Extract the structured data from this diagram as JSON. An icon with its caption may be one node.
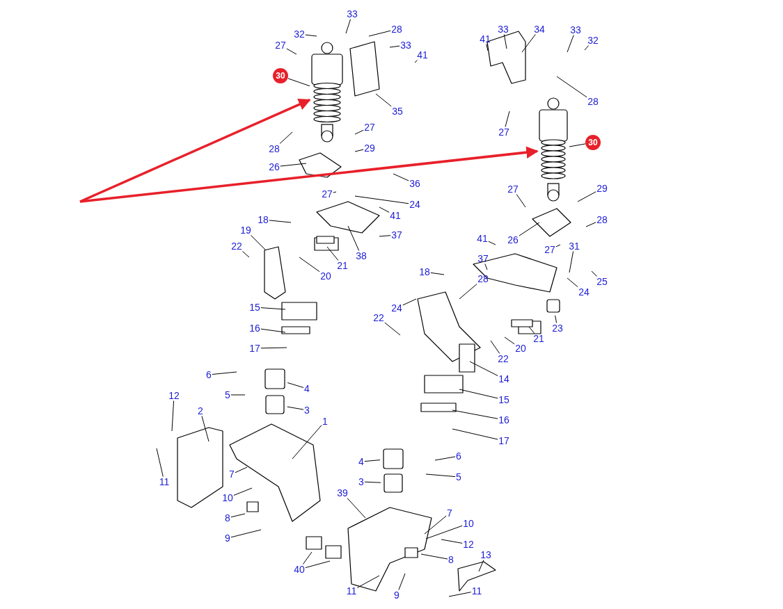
{
  "diagram": {
    "nodes": [
      {
        "text": [
          "33"
        ]
      },
      {
        "text": [
          "32"
        ]
      },
      {
        "text": [
          "28"
        ]
      },
      {
        "text": [
          "27"
        ]
      },
      {
        "text": [
          "33"
        ]
      },
      {
        "text": [
          "41"
        ]
      },
      {
        "text": [
          "30"
        ]
      },
      {
        "text": [],
        "shape": "picture"
      },
      {
        "text": [
          "35"
        ]
      },
      {
        "text": [
          "27"
        ]
      },
      {
        "text": [
          "28"
        ]
      },
      {
        "text": [
          "29"
        ]
      },
      {
        "text": [
          "26"
        ]
      },
      {
        "text": [
          "36"
        ]
      },
      {
        "text": [
          "27"
        ]
      },
      {
        "text": [
          "24"
        ]
      },
      {
        "text": [
          "41"
        ]
      },
      {
        "text": [
          "18"
        ]
      },
      {
        "text": [
          "37"
        ]
      },
      {
        "text": [
          "19"
        ]
      },
      {
        "text": [
          "22"
        ]
      },
      {
        "text": [
          "38"
        ]
      },
      {
        "text": [
          "21"
        ]
      },
      {
        "text": [
          "20"
        ]
      },
      {
        "text": [
          "15"
        ]
      },
      {
        "text": [
          "16"
        ]
      },
      {
        "text": [
          "17"
        ]
      },
      {
        "text": [
          "41"
        ]
      },
      {
        "text": [
          "33"
        ]
      },
      {
        "text": [
          "34"
        ]
      },
      {
        "text": [
          "33"
        ]
      },
      {
        "text": [
          "32"
        ]
      },
      {
        "text": [
          "28"
        ]
      },
      {
        "text": [
          "27"
        ]
      },
      {
        "text": [
          "30"
        ]
      },
      {
        "text": [],
        "shape": "picture"
      },
      {
        "text": [
          "27"
        ]
      },
      {
        "text": [
          "29"
        ]
      },
      {
        "text": [
          "28"
        ]
      },
      {
        "text": [
          "26"
        ]
      },
      {
        "text": [
          "27"
        ]
      },
      {
        "text": [
          "31"
        ]
      },
      {
        "text": [
          "41"
        ]
      },
      {
        "text": [
          "37"
        ]
      },
      {
        "text": [
          "28"
        ]
      },
      {
        "text": [
          "18"
        ]
      },
      {
        "text": [
          "25"
        ]
      },
      {
        "text": [
          "24"
        ]
      },
      {
        "text": [
          "24"
        ]
      },
      {
        "text": [
          "22"
        ]
      },
      {
        "text": [
          "23"
        ]
      },
      {
        "text": [
          "21"
        ]
      },
      {
        "text": [
          "20"
        ]
      },
      {
        "text": [
          "22"
        ]
      },
      {
        "text": [
          "14"
        ]
      },
      {
        "text": [
          "15"
        ]
      },
      {
        "text": [
          "16"
        ]
      },
      {
        "text": [
          "17"
        ]
      },
      {
        "text": [
          "6"
        ]
      },
      {
        "text": [
          "4"
        ]
      },
      {
        "text": [
          "5"
        ]
      },
      {
        "text": [
          "3"
        ]
      },
      {
        "text": [
          "12"
        ]
      },
      {
        "text": [
          "2"
        ]
      },
      {
        "text": [
          "1"
        ]
      },
      {
        "text": [
          "11"
        ]
      },
      {
        "text": [
          "7"
        ]
      },
      {
        "text": [
          "10"
        ]
      },
      {
        "text": [
          "8"
        ]
      },
      {
        "text": [
          "9"
        ]
      },
      {
        "text": [
          "4"
        ]
      },
      {
        "text": [
          "6"
        ]
      },
      {
        "text": [
          "3"
        ]
      },
      {
        "text": [
          "5"
        ]
      },
      {
        "text": [
          "39"
        ]
      },
      {
        "text": [
          "7"
        ]
      },
      {
        "text": [
          "10"
        ]
      },
      {
        "text": [
          "12"
        ]
      },
      {
        "text": [
          "8"
        ]
      },
      {
        "text": [
          "13"
        ]
      },
      {
        "text": [
          "40"
        ]
      },
      {
        "text": [
          "11"
        ]
      },
      {
        "text": [
          "9"
        ]
      },
      {
        "text": [
          "11"
        ]
      }
    ],
    "edges": [
      {
        "from": 0,
        "to": null,
        "arrow": "none"
      },
      {
        "from": 1,
        "to": null,
        "arrow": "none"
      },
      {
        "from": 2,
        "to": null,
        "arrow": "none"
      },
      {
        "from": 3,
        "to": null,
        "arrow": "none"
      },
      {
        "from": 4,
        "to": null,
        "arrow": "none"
      },
      {
        "from": 5,
        "to": null,
        "arrow": "none"
      },
      {
        "from": 6,
        "to": 7,
        "arrow": "none"
      },
      {
        "from": 8,
        "to": null,
        "arrow": "none"
      },
      {
        "from": 9,
        "to": null,
        "arrow": "none"
      },
      {
        "from": 10,
        "to": null,
        "arrow": "none"
      },
      {
        "from": 11,
        "to": null,
        "arrow": "none"
      },
      {
        "from": 12,
        "to": null,
        "arrow": "none"
      },
      {
        "from": 13,
        "to": null,
        "arrow": "none"
      },
      {
        "from": 14,
        "to": null,
        "arrow": "none"
      },
      {
        "from": 15,
        "to": null,
        "arrow": "none"
      },
      {
        "from": 16,
        "to": null,
        "arrow": "none"
      },
      {
        "from": 17,
        "to": null,
        "arrow": "none"
      },
      {
        "from": 18,
        "to": null,
        "arrow": "none"
      },
      {
        "from": 19,
        "to": null,
        "arrow": "none"
      },
      {
        "from": 20,
        "to": null,
        "arrow": "none"
      },
      {
        "from": 21,
        "to": null,
        "arrow": "none"
      },
      {
        "from": 22,
        "to": null,
        "arrow": "none"
      },
      {
        "from": 23,
        "to": null,
        "arrow": "none"
      },
      {
        "from": 24,
        "to": null,
        "arrow": "none"
      },
      {
        "from": 25,
        "to": null,
        "arrow": "none"
      },
      {
        "from": 26,
        "to": null,
        "arrow": "none"
      },
      {
        "from": 27,
        "to": null,
        "arrow": "none"
      },
      {
        "from": 28,
        "to": null,
        "arrow": "none"
      },
      {
        "from": 29,
        "to": null,
        "arrow": "none"
      },
      {
        "from": 30,
        "to": null,
        "arrow": "none"
      },
      {
        "from": 31,
        "to": null,
        "arrow": "none"
      },
      {
        "from": 32,
        "to": null,
        "arrow": "none"
      },
      {
        "from": 33,
        "to": null,
        "arrow": "none"
      },
      {
        "from": 34,
        "to": 35,
        "arrow": "none"
      },
      {
        "from": 36,
        "to": null,
        "arrow": "none"
      },
      {
        "from": 37,
        "to": null,
        "arrow": "none"
      },
      {
        "from": 38,
        "to": null,
        "arrow": "none"
      },
      {
        "from": 39,
        "to": null,
        "arrow": "none"
      },
      {
        "from": 40,
        "to": null,
        "arrow": "none"
      },
      {
        "from": 41,
        "to": null,
        "arrow": "none"
      },
      {
        "from": 42,
        "to": null,
        "arrow": "none"
      },
      {
        "from": 43,
        "to": null,
        "arrow": "none"
      },
      {
        "from": 44,
        "to": null,
        "arrow": "none"
      },
      {
        "from": 45,
        "to": null,
        "arrow": "none"
      },
      {
        "from": 46,
        "to": null,
        "arrow": "none"
      },
      {
        "from": 47,
        "to": null,
        "arrow": "none"
      },
      {
        "from": 48,
        "to": null,
        "arrow": "none"
      },
      {
        "from": 49,
        "to": null,
        "arrow": "none"
      },
      {
        "from": 50,
        "to": null,
        "arrow": "none"
      },
      {
        "from": 51,
        "to": null,
        "arrow": "none"
      },
      {
        "from": 52,
        "to": null,
        "arrow": "none"
      },
      {
        "from": 53,
        "to": null,
        "arrow": "none"
      },
      {
        "from": 54,
        "to": null,
        "arrow": "none"
      },
      {
        "from": 55,
        "to": null,
        "arrow": "none"
      },
      {
        "from": 56,
        "to": null,
        "arrow": "none"
      },
      {
        "from": 57,
        "to": null,
        "arrow": "none"
      },
      {
        "from": 58,
        "to": null,
        "arrow": "none"
      },
      {
        "from": 59,
        "to": null,
        "arrow": "none"
      },
      {
        "from": 60,
        "to": null,
        "arrow": "none"
      },
      {
        "from": 61,
        "to": null,
        "arrow": "none"
      },
      {
        "from": 62,
        "to": null,
        "arrow": "none"
      },
      {
        "from": 63,
        "to": null,
        "arrow": "none"
      },
      {
        "from": 64,
        "to": null,
        "arrow": "none"
      },
      {
        "from": 65,
        "to": null,
        "arrow": "none"
      },
      {
        "from": 66,
        "to": null,
        "arrow": "none"
      },
      {
        "from": 67,
        "to": null,
        "arrow": "none"
      },
      {
        "from": 68,
        "to": null,
        "arrow": "none"
      },
      {
        "from": 69,
        "to": null,
        "arrow": "none"
      },
      {
        "from": 70,
        "to": null,
        "arrow": "none"
      },
      {
        "from": 71,
        "to": null,
        "arrow": "none"
      },
      {
        "from": 72,
        "to": null,
        "arrow": "none"
      },
      {
        "from": 73,
        "to": null,
        "arrow": "none"
      },
      {
        "from": 74,
        "to": null,
        "arrow": "none"
      },
      {
        "from": 75,
        "to": null,
        "arrow": "none"
      },
      {
        "from": 76,
        "to": null,
        "arrow": "none"
      },
      {
        "from": 77,
        "to": null,
        "arrow": "none"
      },
      {
        "from": 78,
        "to": null,
        "arrow": "none"
      },
      {
        "from": 79,
        "to": null,
        "arrow": "none"
      },
      {
        "from": 80,
        "to": null,
        "arrow": "none"
      },
      {
        "from": 80,
        "to": null,
        "arrow": "none"
      },
      {
        "from": 81,
        "to": null,
        "arrow": "none"
      },
      {
        "from": 82,
        "to": null,
        "arrow": "none"
      },
      {
        "from": 83,
        "to": null,
        "arrow": "none"
      },
      {
        "from": null,
        "to": 7,
        "arrow": "to",
        "style": "thick",
        "color": "#e8202a"
      },
      {
        "from": null,
        "to": 35,
        "arrow": "to",
        "style": "thick",
        "color": "#e8202a"
      }
    ]
  }
}
